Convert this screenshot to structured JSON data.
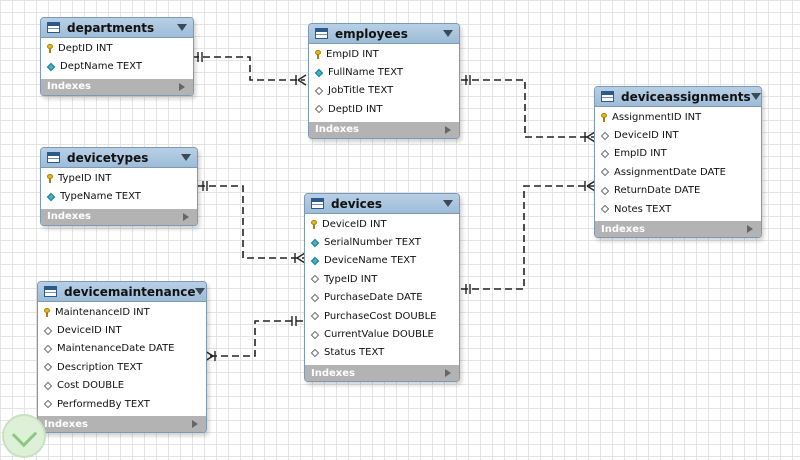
{
  "indexes_label": "Indexes",
  "tables": [
    {
      "id": "departments",
      "name": "departments",
      "fields": [
        {
          "text": "DeptID INT",
          "icon": "key"
        },
        {
          "text": "DeptName TEXT",
          "icon": "filled"
        }
      ]
    },
    {
      "id": "employees",
      "name": "employees",
      "fields": [
        {
          "text": "EmpID INT",
          "icon": "key"
        },
        {
          "text": "FullName TEXT",
          "icon": "filled"
        },
        {
          "text": "JobTitle TEXT",
          "icon": "hollow"
        },
        {
          "text": "DeptID INT",
          "icon": "hollow"
        }
      ]
    },
    {
      "id": "devicetypes",
      "name": "devicetypes",
      "fields": [
        {
          "text": "TypeID INT",
          "icon": "key"
        },
        {
          "text": "TypeName TEXT",
          "icon": "filled"
        }
      ]
    },
    {
      "id": "devices",
      "name": "devices",
      "fields": [
        {
          "text": "DeviceID INT",
          "icon": "key"
        },
        {
          "text": "SerialNumber TEXT",
          "icon": "filled"
        },
        {
          "text": "DeviceName TEXT",
          "icon": "filled"
        },
        {
          "text": "TypeID INT",
          "icon": "hollow"
        },
        {
          "text": "PurchaseDate DATE",
          "icon": "hollow"
        },
        {
          "text": "PurchaseCost DOUBLE",
          "icon": "hollow"
        },
        {
          "text": "CurrentValue DOUBLE",
          "icon": "hollow"
        },
        {
          "text": "Status TEXT",
          "icon": "hollow"
        }
      ]
    },
    {
      "id": "deviceassignments",
      "name": "deviceassignments",
      "fields": [
        {
          "text": "AssignmentID INT",
          "icon": "key"
        },
        {
          "text": "DeviceID INT",
          "icon": "hollow"
        },
        {
          "text": "EmpID INT",
          "icon": "hollow"
        },
        {
          "text": "AssignmentDate DATE",
          "icon": "hollow"
        },
        {
          "text": "ReturnDate DATE",
          "icon": "hollow"
        },
        {
          "text": "Notes TEXT",
          "icon": "hollow"
        }
      ]
    },
    {
      "id": "devicemaintenance",
      "name": "devicemaintenance",
      "fields": [
        {
          "text": "MaintenanceID INT",
          "icon": "key"
        },
        {
          "text": "DeviceID INT",
          "icon": "hollow"
        },
        {
          "text": "MaintenanceDate DATE",
          "icon": "hollow"
        },
        {
          "text": "Description TEXT",
          "icon": "hollow"
        },
        {
          "text": "Cost DOUBLE",
          "icon": "hollow"
        },
        {
          "text": "PerformedBy TEXT",
          "icon": "hollow"
        }
      ]
    }
  ],
  "relationships": [
    {
      "from": "departments",
      "to": "employees",
      "cardinality": "one-to-many"
    },
    {
      "from": "employees",
      "to": "deviceassignments",
      "cardinality": "one-to-many"
    },
    {
      "from": "devices",
      "to": "deviceassignments",
      "cardinality": "one-to-many"
    },
    {
      "from": "devicetypes",
      "to": "devices",
      "cardinality": "one-to-many"
    },
    {
      "from": "devices",
      "to": "devicemaintenance",
      "cardinality": "one-to-many"
    }
  ]
}
